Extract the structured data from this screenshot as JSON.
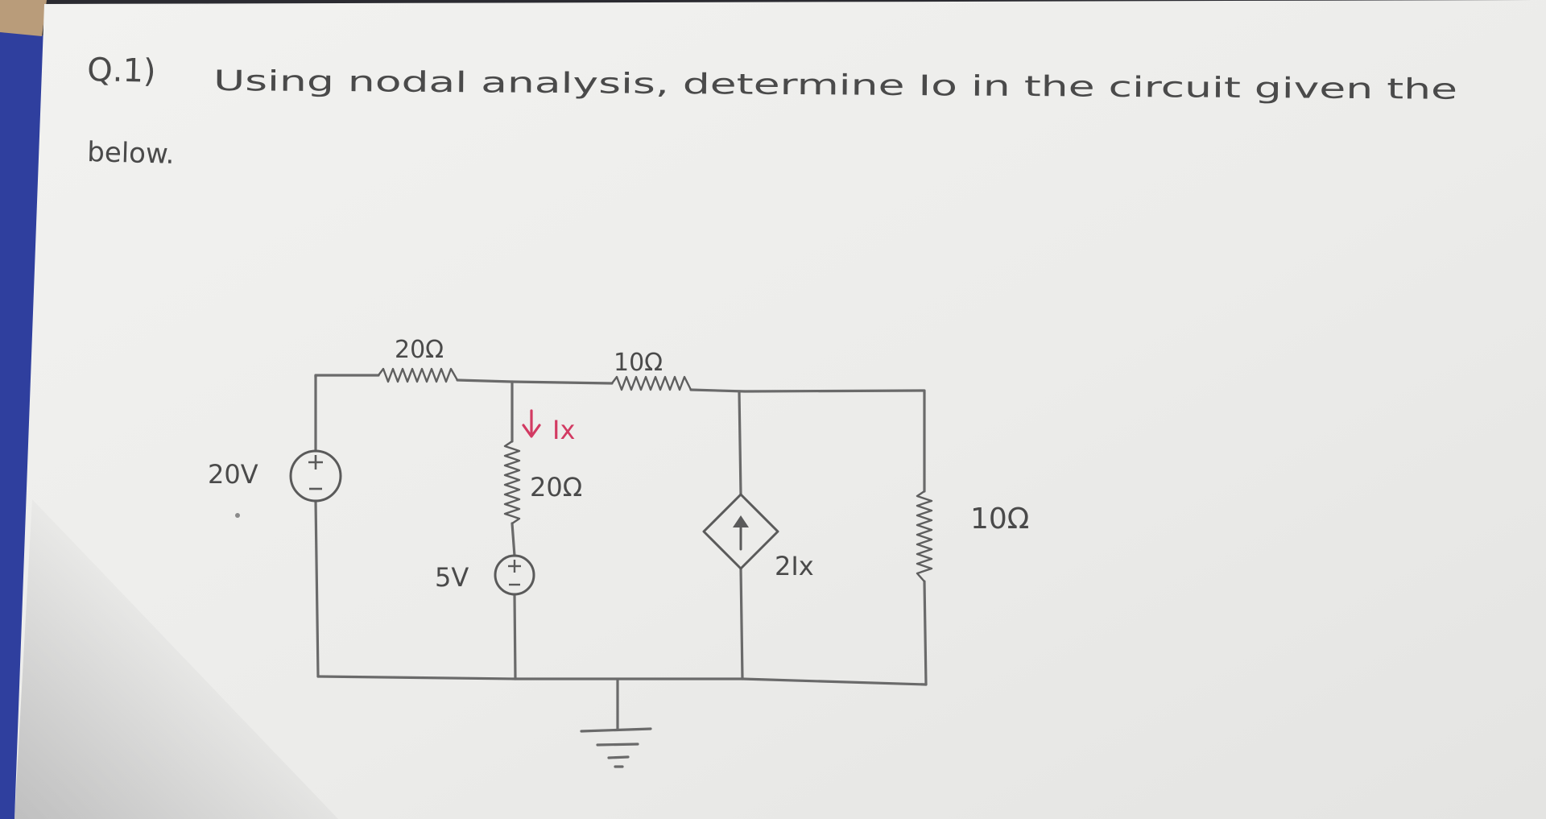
{
  "question": {
    "number": "Q.1)",
    "line1": "Using nodal analysis, determine Io in the circuit given the",
    "line2": "below."
  },
  "circuit": {
    "r_top_left": "20Ω",
    "r_top_right": "10Ω",
    "r_middle": "20Ω",
    "r_right": "10Ω",
    "src_left": "20V",
    "src_middle": "5V",
    "current_label": "Ix",
    "dependent_source": "2Ix"
  },
  "colors": {
    "ink": "#4a4a4a",
    "pink": "#d23a62",
    "paper": "#efefed",
    "blue_backdrop": "#2f3f9e"
  }
}
